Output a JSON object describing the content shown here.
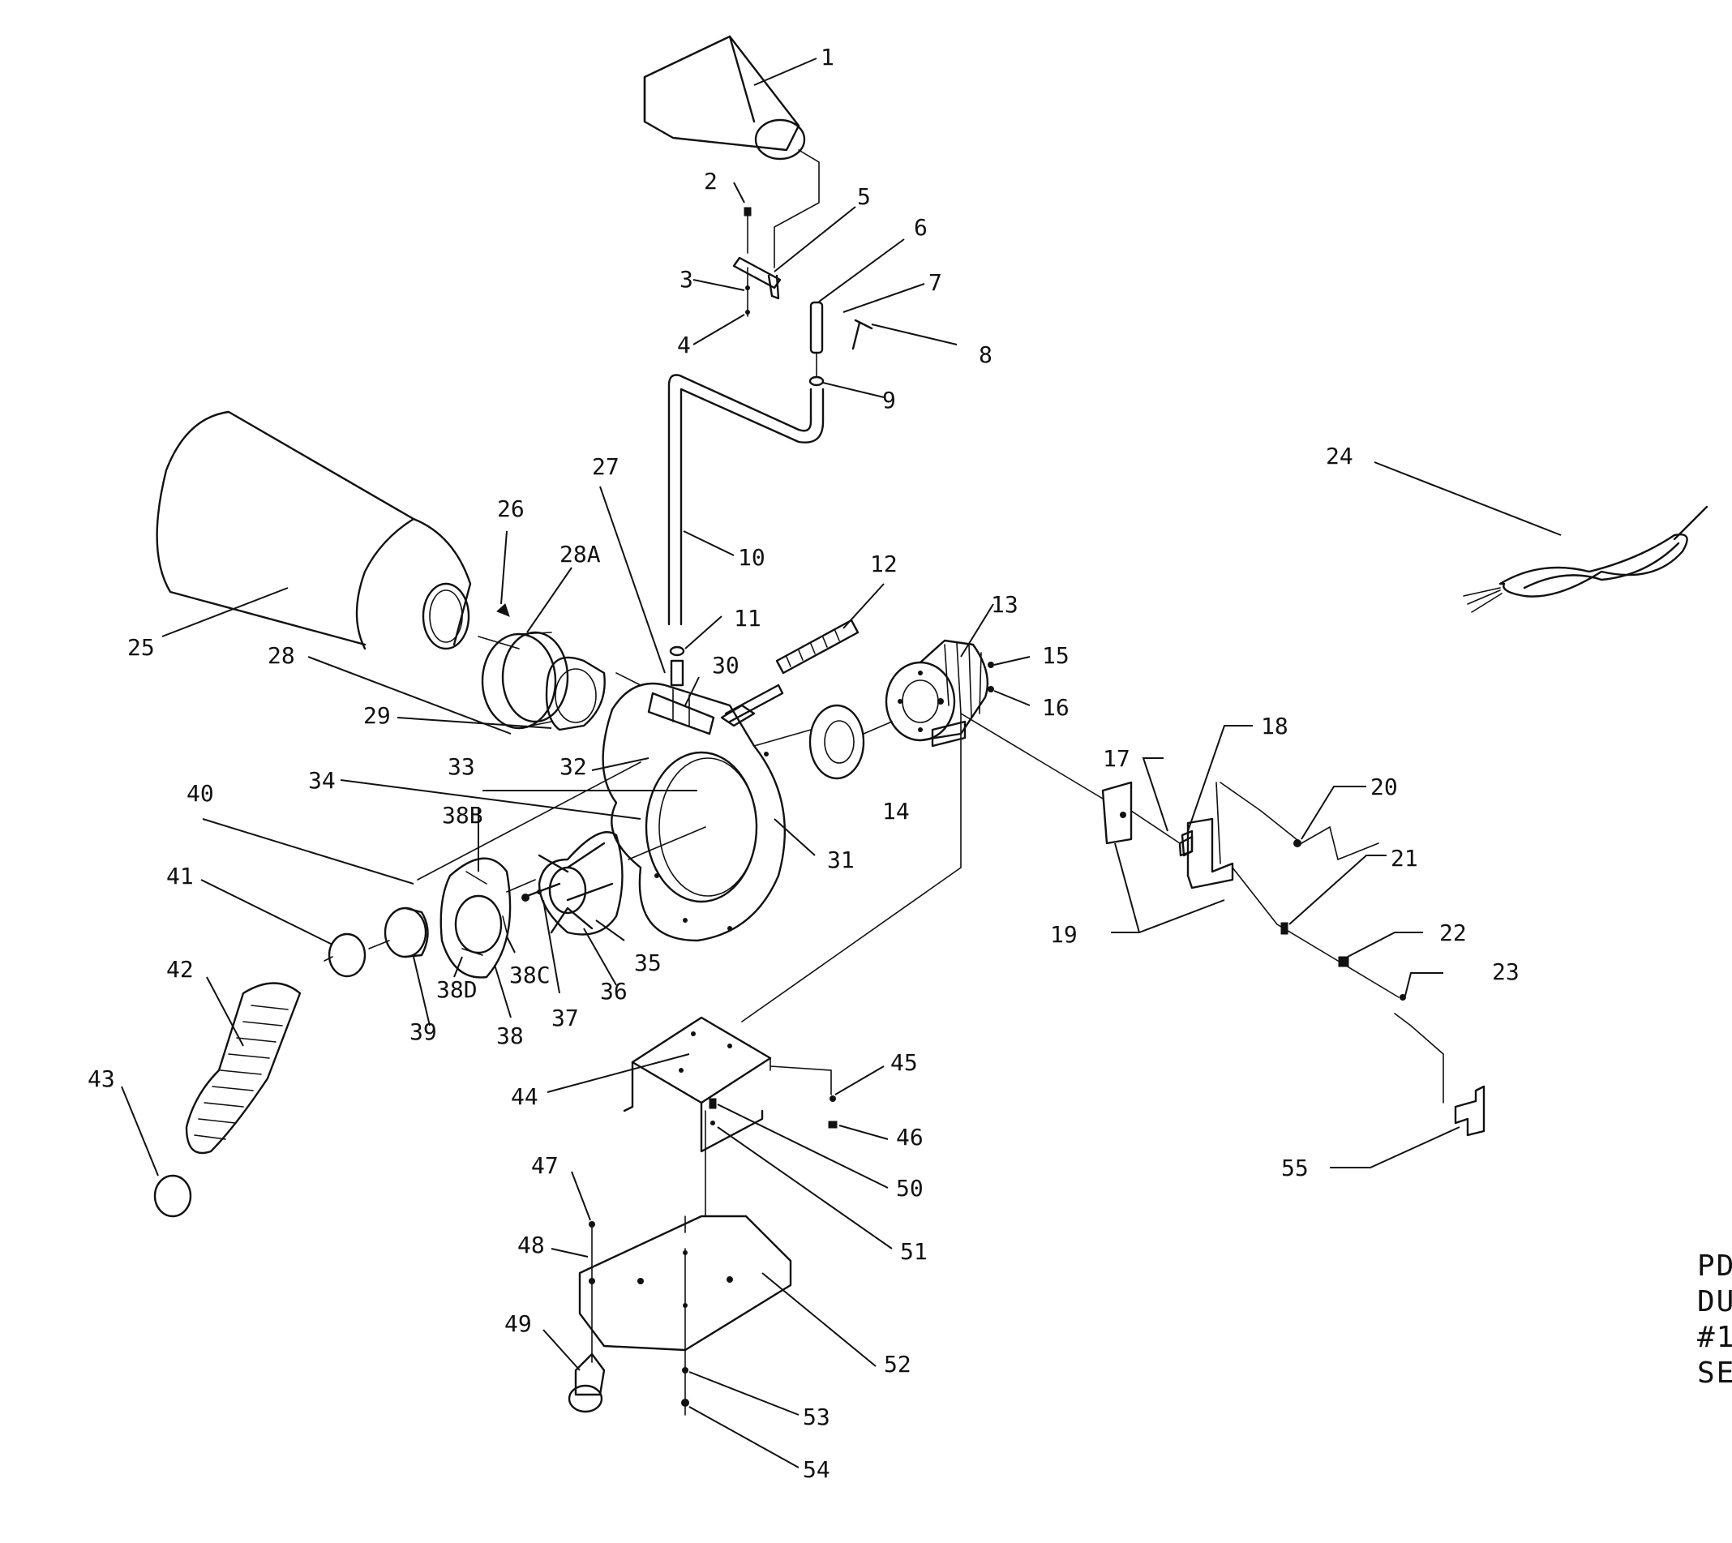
{
  "diagram": {
    "callouts": [
      {
        "id": "1",
        "label": "1"
      },
      {
        "id": "2",
        "label": "2"
      },
      {
        "id": "3",
        "label": "3"
      },
      {
        "id": "4",
        "label": "4"
      },
      {
        "id": "5",
        "label": "5"
      },
      {
        "id": "6",
        "label": "6"
      },
      {
        "id": "7",
        "label": "7"
      },
      {
        "id": "8",
        "label": "8"
      },
      {
        "id": "9",
        "label": "9"
      },
      {
        "id": "10",
        "label": "10"
      },
      {
        "id": "11",
        "label": "11"
      },
      {
        "id": "12",
        "label": "12"
      },
      {
        "id": "13",
        "label": "13"
      },
      {
        "id": "14",
        "label": "14"
      },
      {
        "id": "15",
        "label": "15"
      },
      {
        "id": "16",
        "label": "16"
      },
      {
        "id": "17",
        "label": "17"
      },
      {
        "id": "18",
        "label": "18"
      },
      {
        "id": "19",
        "label": "19"
      },
      {
        "id": "20",
        "label": "20"
      },
      {
        "id": "21",
        "label": "21"
      },
      {
        "id": "22",
        "label": "22"
      },
      {
        "id": "23",
        "label": "23"
      },
      {
        "id": "24",
        "label": "24"
      },
      {
        "id": "25",
        "label": "25"
      },
      {
        "id": "26",
        "label": "26"
      },
      {
        "id": "27",
        "label": "27"
      },
      {
        "id": "28",
        "label": "28"
      },
      {
        "id": "28A",
        "label": "28A"
      },
      {
        "id": "29",
        "label": "29"
      },
      {
        "id": "30",
        "label": "30"
      },
      {
        "id": "31",
        "label": "31"
      },
      {
        "id": "32",
        "label": "32"
      },
      {
        "id": "33",
        "label": "33"
      },
      {
        "id": "34",
        "label": "34"
      },
      {
        "id": "35",
        "label": "35"
      },
      {
        "id": "36",
        "label": "36"
      },
      {
        "id": "37",
        "label": "37"
      },
      {
        "id": "38",
        "label": "38"
      },
      {
        "id": "38B",
        "label": "38B"
      },
      {
        "id": "38C",
        "label": "38C"
      },
      {
        "id": "38D",
        "label": "38D"
      },
      {
        "id": "39",
        "label": "39"
      },
      {
        "id": "40",
        "label": "40"
      },
      {
        "id": "41",
        "label": "41"
      },
      {
        "id": "42",
        "label": "42"
      },
      {
        "id": "43",
        "label": "43"
      },
      {
        "id": "44",
        "label": "44"
      },
      {
        "id": "45",
        "label": "45"
      },
      {
        "id": "46",
        "label": "46"
      },
      {
        "id": "47",
        "label": "47"
      },
      {
        "id": "48",
        "label": "48"
      },
      {
        "id": "49",
        "label": "49"
      },
      {
        "id": "50",
        "label": "50"
      },
      {
        "id": "51",
        "label": "51"
      },
      {
        "id": "52",
        "label": "52"
      },
      {
        "id": "53",
        "label": "53"
      },
      {
        "id": "54",
        "label": "54"
      },
      {
        "id": "55",
        "label": "55"
      }
    ],
    "corner_text": [
      "PD",
      "DU",
      "#1",
      "SE"
    ]
  }
}
